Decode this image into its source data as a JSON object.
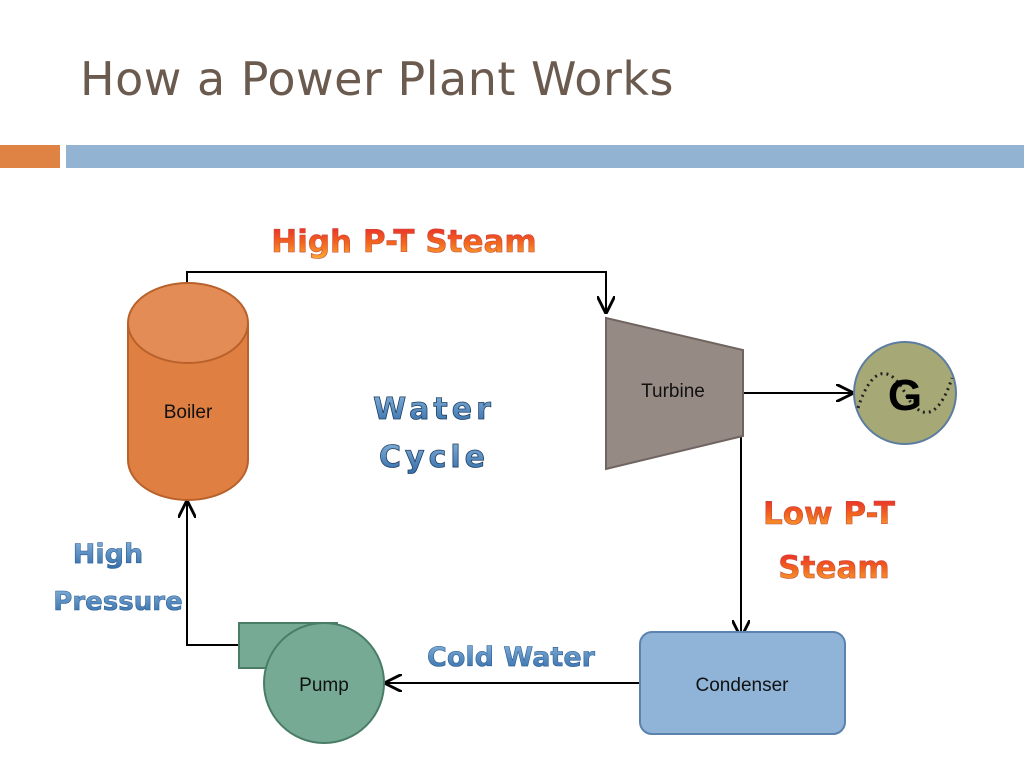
{
  "slide": {
    "title": "How a Power Plant Works"
  },
  "diagram": {
    "components": {
      "boiler": "Boiler",
      "turbine": "Turbine",
      "generator": "G",
      "condenser": "Condenser",
      "pump": "Pump"
    },
    "flow_labels": {
      "high_pt_steam": "High P-T Steam",
      "low_pt_steam_line1": "Low P-T",
      "low_pt_steam_line2": "Steam",
      "cold_water": "Cold Water",
      "high_pressure_line1": "High",
      "high_pressure_line2": "Pressure"
    },
    "center_label": {
      "line1": "Water",
      "line2": "Cycle"
    }
  },
  "colors": {
    "title": "#6b5a4e",
    "accent_orange": "#de8344",
    "accent_blue": "#93b3d2",
    "boiler_fill": "#e07f42",
    "turbine_fill": "#968a85",
    "generator_fill": "#a6a976",
    "condenser_fill": "#8fb4d8",
    "pump_fill": "#76aa94"
  }
}
